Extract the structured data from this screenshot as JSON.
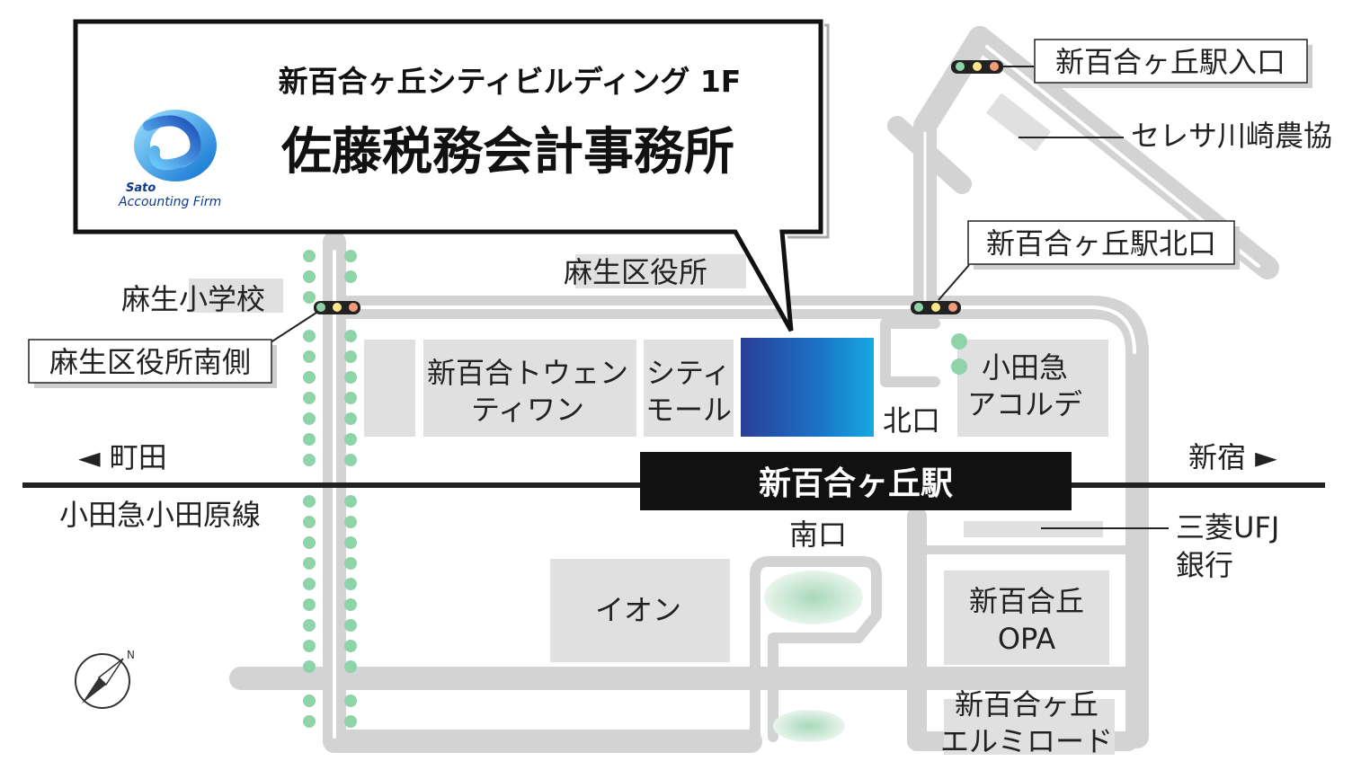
{
  "callout": {
    "building": "新百合ヶ丘シティビルディング 1F",
    "firm_name": "佐藤税務会計事務所",
    "logo_text_line1": "Sato",
    "logo_text_line2": "Accounting Firm"
  },
  "station": {
    "name": "新百合ヶ丘駅"
  },
  "railway": {
    "name": "小田急小田原線",
    "west": "◄ 町田",
    "east": "新宿 ►"
  },
  "signals": {
    "asao_south": "麻生区役所南側",
    "north_exit": "新百合ヶ丘駅北口",
    "entrance": "新百合ヶ丘駅入口"
  },
  "labels": {
    "asao_elementary": "麻生小学校",
    "ward_office": "麻生区役所",
    "twenty_one_l1": "新百合トウェン",
    "twenty_one_l2": "ティワン",
    "city_mall_l1": "シティ",
    "city_mall_l2": "モール",
    "north_exit": "北口",
    "south_exit": "南口",
    "acolde_l1": "小田急",
    "acolde_l2": "アコルデ",
    "aeon": "イオン",
    "opa_l1": "新百合丘",
    "opa_l2": "OPA",
    "elmiroad_l1": "新百合ヶ丘",
    "elmiroad_l2": "エルミロード",
    "mufg_l1": "三菱UFJ",
    "mufg_l2": "銀行",
    "ja": "セレサ川崎農協"
  },
  "compass": {
    "north": "N"
  }
}
